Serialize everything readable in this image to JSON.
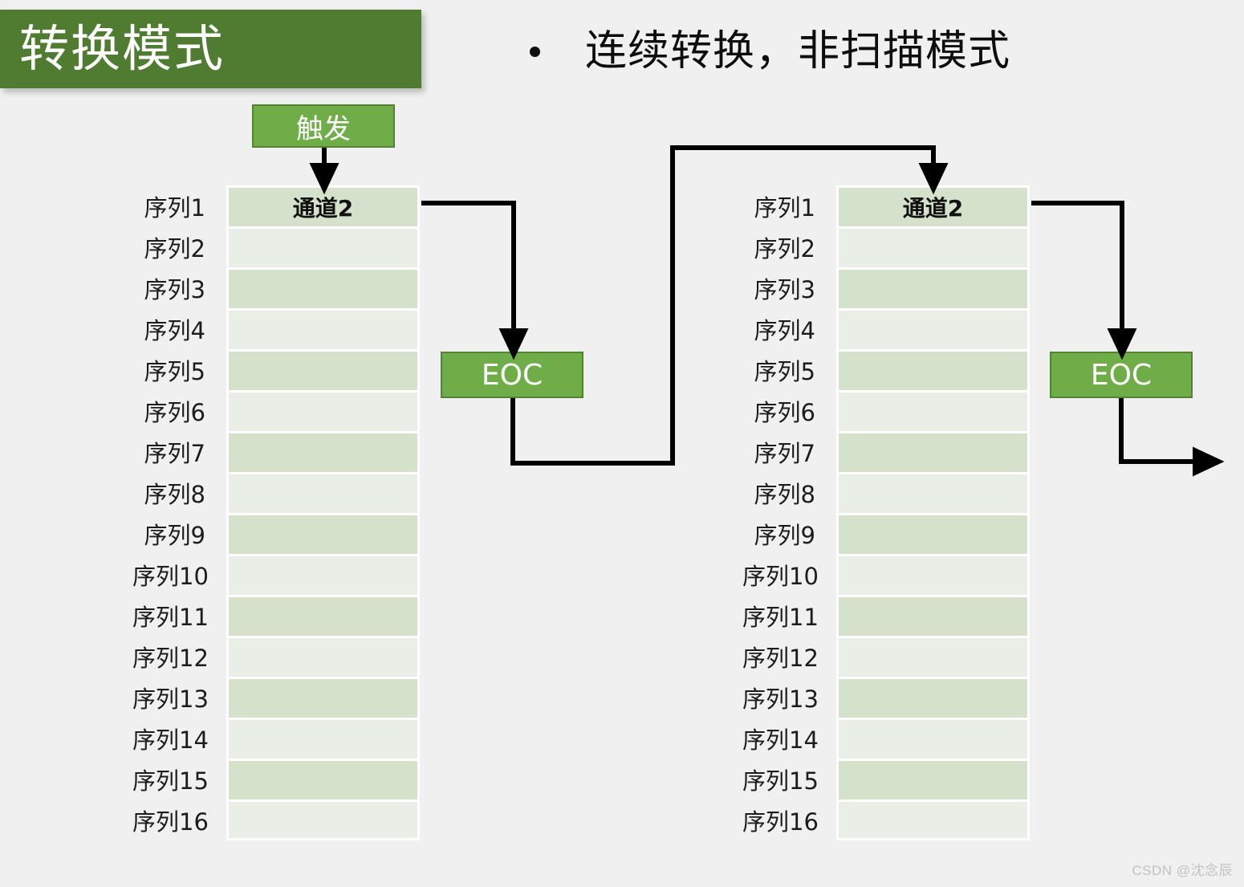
{
  "slide": {
    "background_color": "#f0f0f0",
    "title": "转换模式",
    "title_banner_color": "#4f7c31",
    "bullet_text": "连续转换，非扫描模式",
    "watermark": "CSDN @沈念辰"
  },
  "palette": {
    "banner_green": "#4f7c31",
    "box_green": "#6fad48",
    "box_border_green": "#548235",
    "row_dark_green": "#d5e2cb",
    "row_light_green": "#e9efe6",
    "connector_black": "#000000"
  },
  "boxes": {
    "trigger_label": "触发",
    "eoc_label_1": "EOC",
    "eoc_label_2": "EOC"
  },
  "sequence_table_1": {
    "channel_header": "通道2",
    "rows": [
      {
        "label": "序列1",
        "value": "通道2",
        "shade": "dark"
      },
      {
        "label": "序列2",
        "value": "",
        "shade": "light"
      },
      {
        "label": "序列3",
        "value": "",
        "shade": "dark"
      },
      {
        "label": "序列4",
        "value": "",
        "shade": "light"
      },
      {
        "label": "序列5",
        "value": "",
        "shade": "dark"
      },
      {
        "label": "序列6",
        "value": "",
        "shade": "light"
      },
      {
        "label": "序列7",
        "value": "",
        "shade": "dark"
      },
      {
        "label": "序列8",
        "value": "",
        "shade": "light"
      },
      {
        "label": "序列9",
        "value": "",
        "shade": "dark"
      },
      {
        "label": "序列10",
        "value": "",
        "shade": "light"
      },
      {
        "label": "序列11",
        "value": "",
        "shade": "dark"
      },
      {
        "label": "序列12",
        "value": "",
        "shade": "light"
      },
      {
        "label": "序列13",
        "value": "",
        "shade": "dark"
      },
      {
        "label": "序列14",
        "value": "",
        "shade": "light"
      },
      {
        "label": "序列15",
        "value": "",
        "shade": "dark"
      },
      {
        "label": "序列16",
        "value": "",
        "shade": "light"
      }
    ]
  },
  "sequence_table_2": {
    "channel_header": "通道2",
    "rows": [
      {
        "label": "序列1",
        "value": "通道2",
        "shade": "dark"
      },
      {
        "label": "序列2",
        "value": "",
        "shade": "light"
      },
      {
        "label": "序列3",
        "value": "",
        "shade": "dark"
      },
      {
        "label": "序列4",
        "value": "",
        "shade": "light"
      },
      {
        "label": "序列5",
        "value": "",
        "shade": "dark"
      },
      {
        "label": "序列6",
        "value": "",
        "shade": "light"
      },
      {
        "label": "序列7",
        "value": "",
        "shade": "dark"
      },
      {
        "label": "序列8",
        "value": "",
        "shade": "light"
      },
      {
        "label": "序列9",
        "value": "",
        "shade": "dark"
      },
      {
        "label": "序列10",
        "value": "",
        "shade": "light"
      },
      {
        "label": "序列11",
        "value": "",
        "shade": "dark"
      },
      {
        "label": "序列12",
        "value": "",
        "shade": "light"
      },
      {
        "label": "序列13",
        "value": "",
        "shade": "dark"
      },
      {
        "label": "序列14",
        "value": "",
        "shade": "light"
      },
      {
        "label": "序列15",
        "value": "",
        "shade": "dark"
      },
      {
        "label": "序列16",
        "value": "",
        "shade": "light"
      }
    ]
  }
}
